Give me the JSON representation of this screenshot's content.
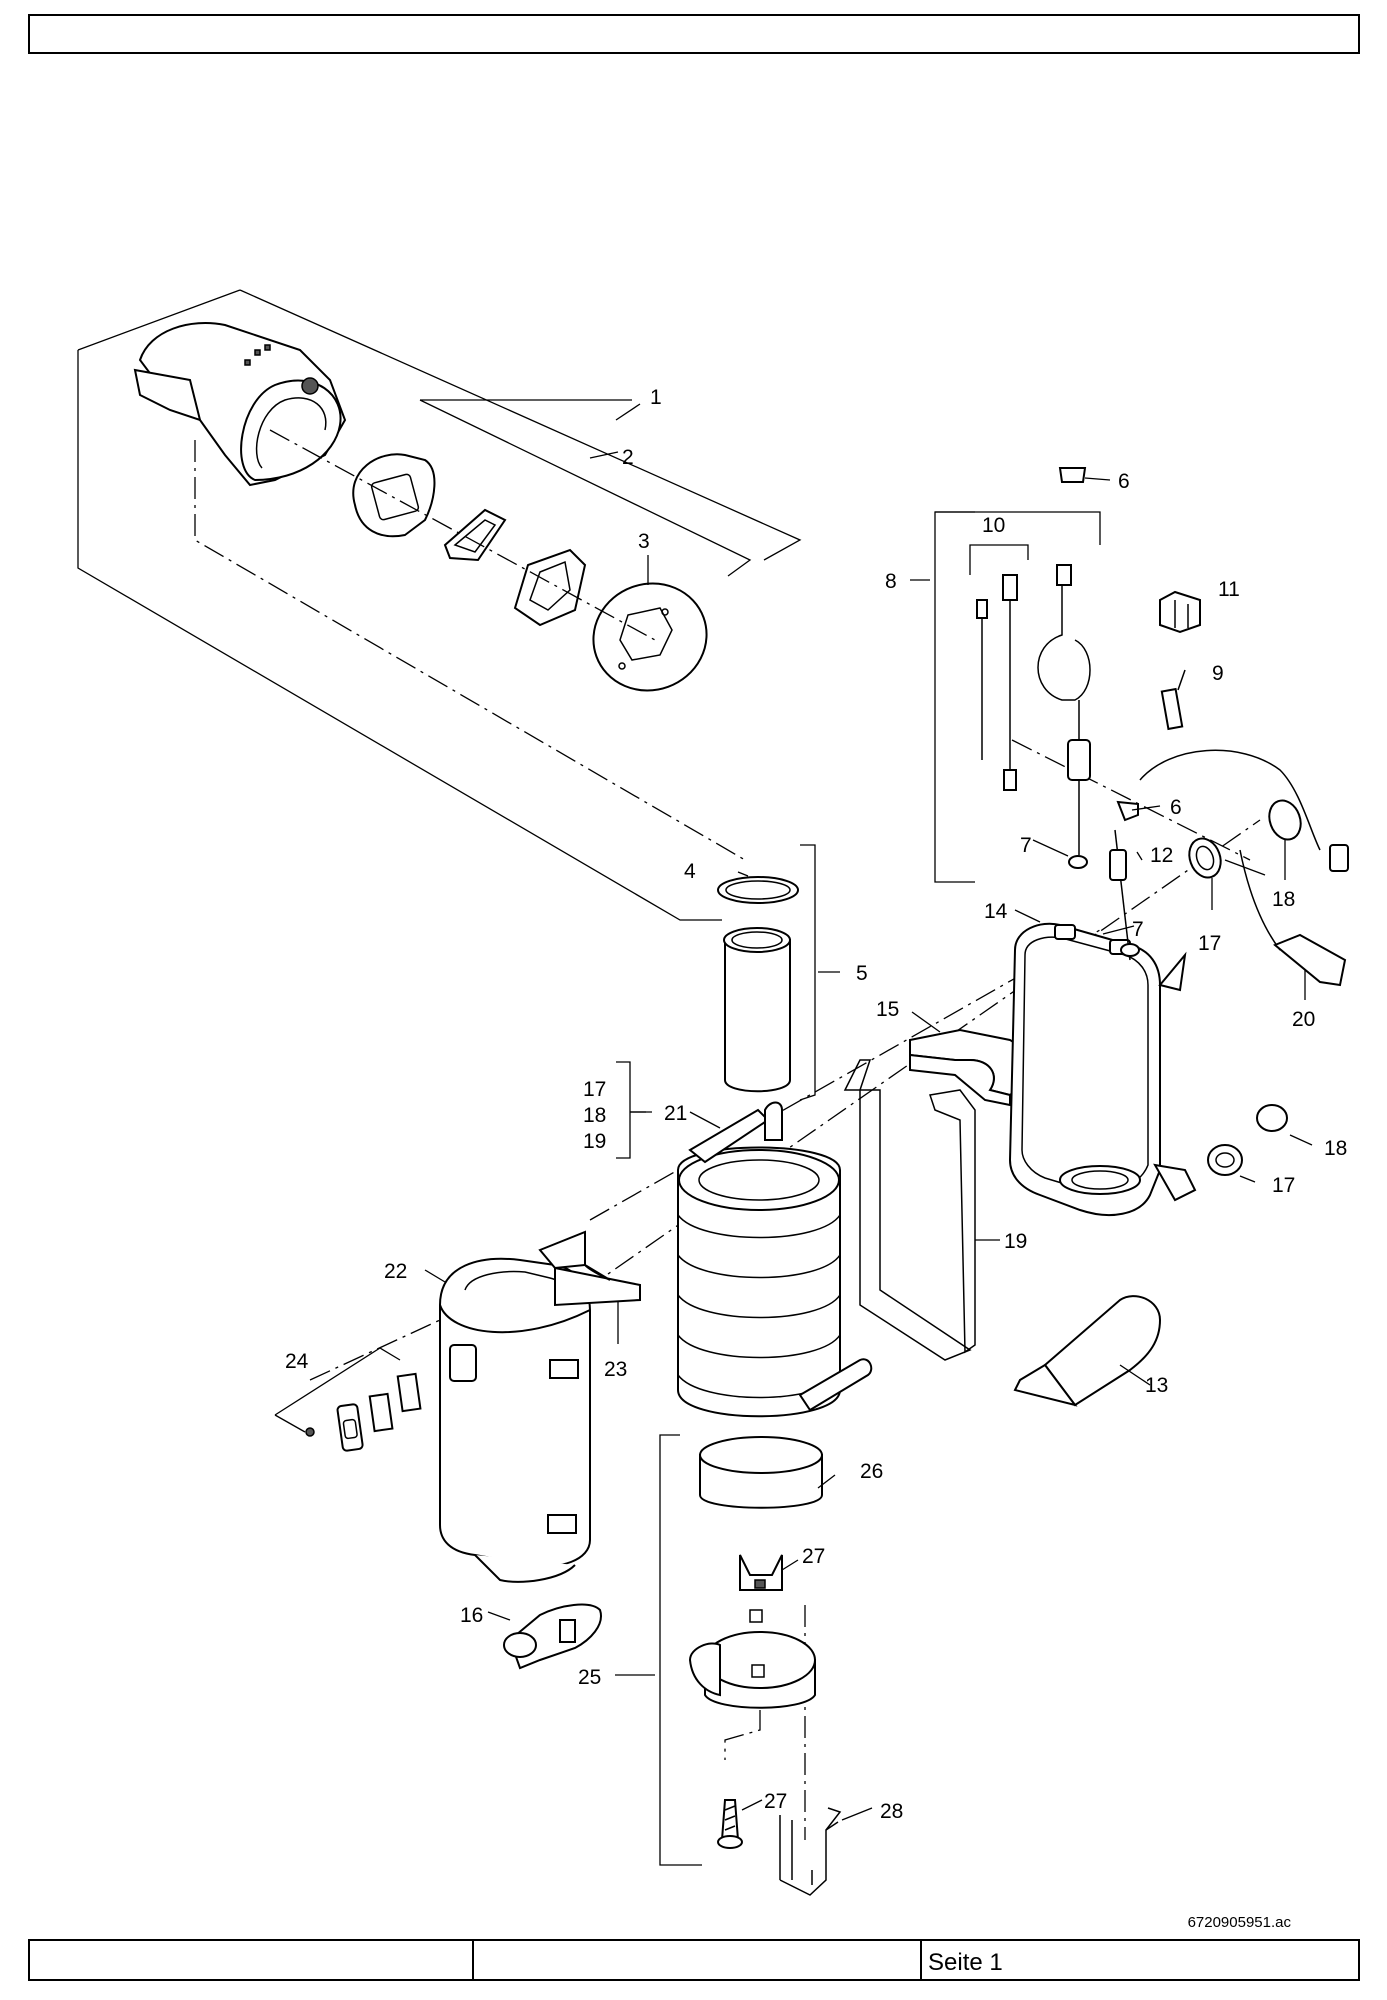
{
  "document": {
    "number": "6720905951.ac",
    "page_label": "Seite 1"
  },
  "parts": {
    "p1": "1",
    "p2": "2",
    "p3": "3",
    "p4": "4",
    "p5": "5",
    "p6a": "6",
    "p6b": "6",
    "p7a": "7",
    "p7b": "7",
    "p8": "8",
    "p9": "9",
    "p10": "10",
    "p11": "11",
    "p12": "12",
    "p13": "13",
    "p14": "14",
    "p15": "15",
    "p16": "16",
    "p17a": "17",
    "p17b": "17",
    "p17c": "17",
    "p18a": "18",
    "p18b": "18",
    "p18c": "18",
    "p19a": "19",
    "p19b": "19",
    "p20": "20",
    "p21": "21",
    "p22": "22",
    "p23": "23",
    "p24": "24",
    "p25": "25",
    "p26": "26",
    "p27a": "27",
    "p27b": "27",
    "p28": "28"
  }
}
